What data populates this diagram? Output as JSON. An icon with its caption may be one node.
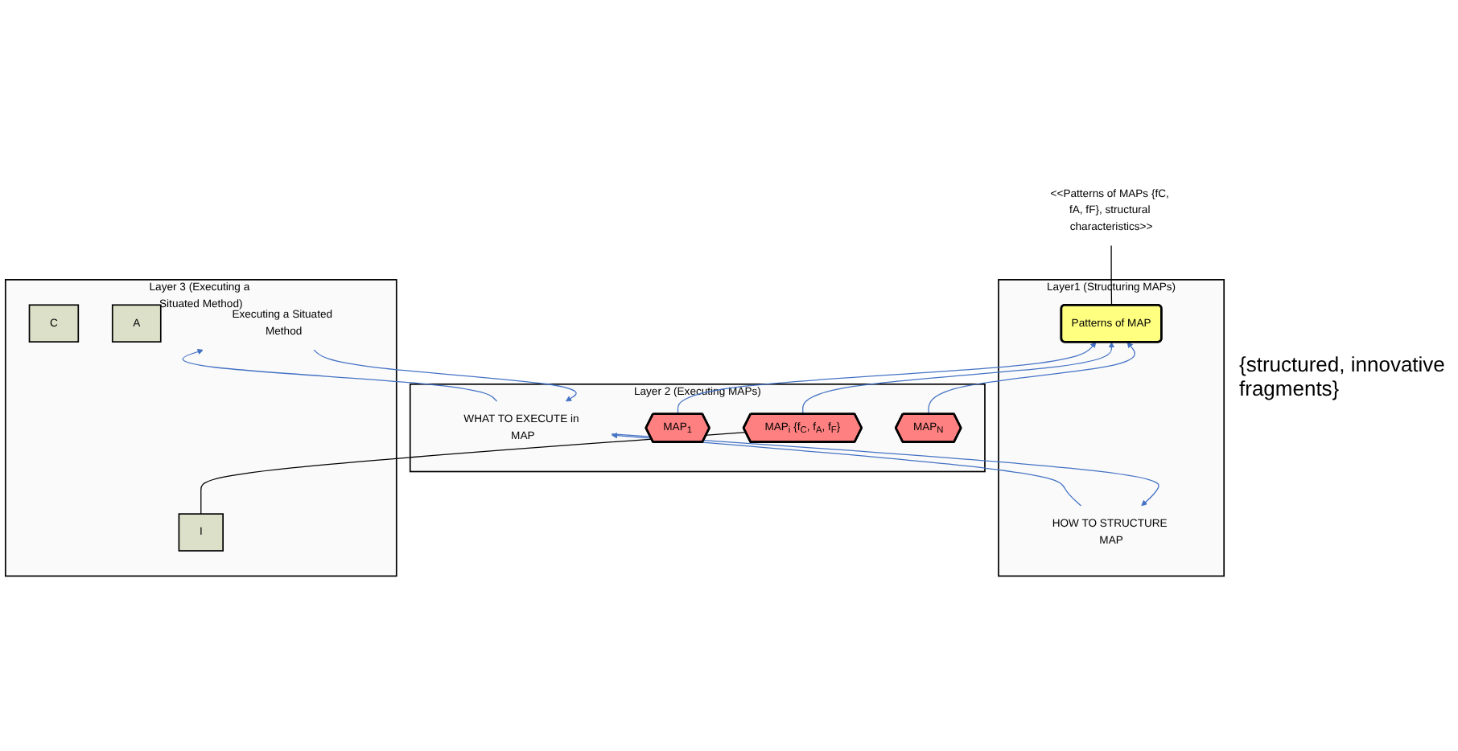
{
  "diagram": {
    "nodes": [
      {
        "text": [
          "Layer1 (Structuring MAPs)"
        ]
      },
      {
        "text": [
          "<<Patterns of MAPs {fC, fA, fF}, structural characteristics>>"
        ]
      },
      {
        "text": [
          "Patterns of MAP"
        ],
        "in": 0
      },
      {
        "text": [
          "HOW TO STRUCTURE MAP"
        ],
        "in": 0
      },
      {
        "text": [
          "Layer 2 (Executing MAPs)"
        ]
      },
      {
        "text": [
          "MAP$_{1}$"
        ],
        "in": 4
      },
      {
        "text": [
          "MAP$_{i}$ {f$_{C}$, f$_{A}$, f$_{F}$}"
        ],
        "in": 4
      },
      {
        "text": [
          "MAP$_{N}$"
        ],
        "in": 4
      },
      {
        "text": [
          "WHAT TO EXECUTE in MAP"
        ],
        "in": 4
      },
      {
        "text": [
          "Layer 3 (Executing a Situated Method)"
        ]
      },
      {
        "text": [
          "C"
        ],
        "in": 9
      },
      {
        "text": [
          "I"
        ],
        "in": 9
      },
      {
        "text": [
          "A"
        ],
        "in": 9
      },
      {
        "text": [
          "Executing a Situated Method"
        ],
        "in": 9
      }
    ],
    "edges": [
      {
        "from": 1,
        "to": 2,
        "arrow": "none",
        "color": "#000000"
      },
      {
        "from": 5,
        "to": 2,
        "arrow": "to"
      },
      {
        "from": 6,
        "to": 2,
        "arrow": "to"
      },
      {
        "from": 7,
        "to": 2,
        "arrow": "to"
      },
      {
        "from": 6,
        "to": 11,
        "arrow": "none",
        "color": "#000000"
      },
      {
        "from": 8,
        "to": 3,
        "arrow": "to"
      },
      {
        "from": 3,
        "to": 8,
        "arrow": "to"
      },
      {
        "from": 13,
        "to": 8,
        "arrow": "to"
      },
      {
        "from": 8,
        "to": 13,
        "arrow": "to"
      }
    ],
    "labels": [
      "{structured, innovative fragments}"
    ]
  }
}
